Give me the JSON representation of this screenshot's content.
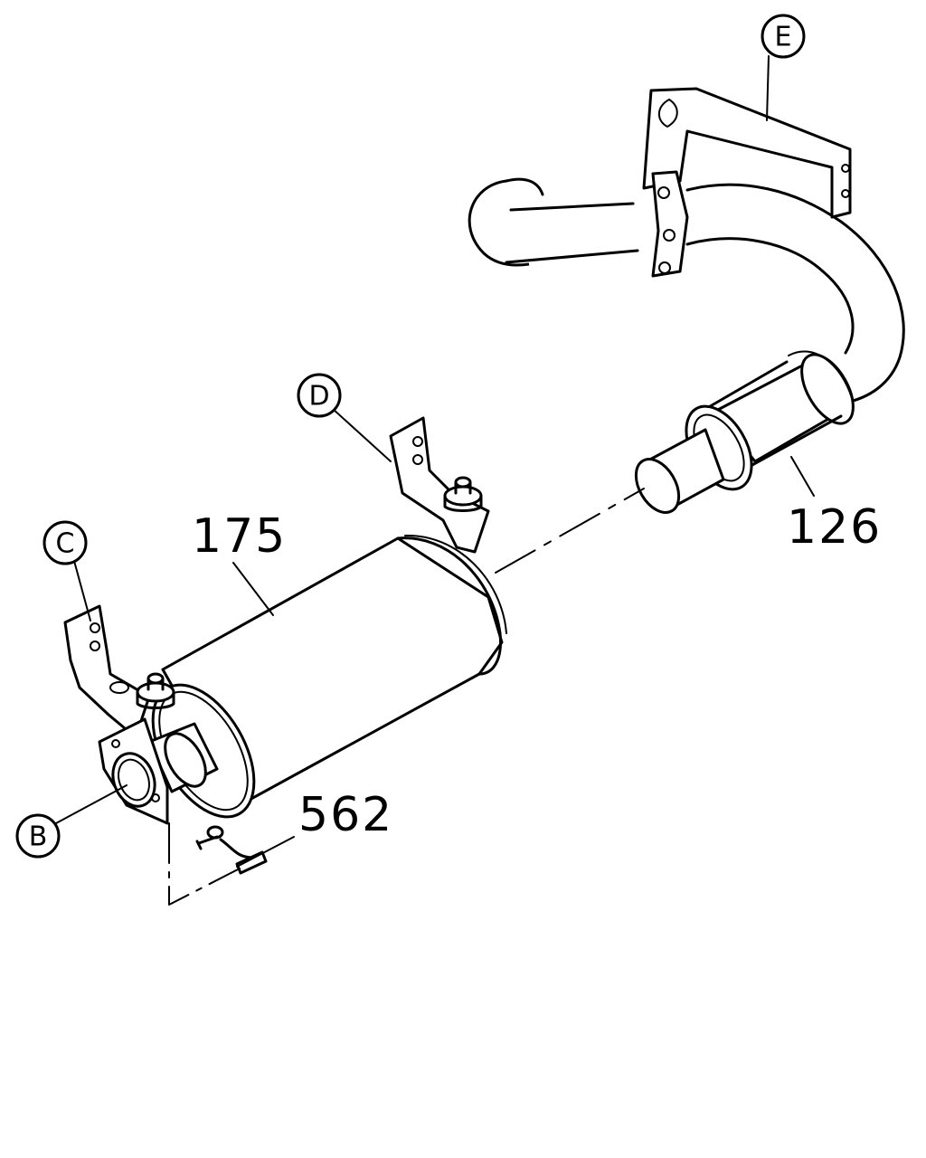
{
  "diagram": {
    "part_numbers": {
      "muffler": "175",
      "tail_pipe": "126",
      "sensor_harness": "562"
    },
    "callouts": {
      "b": "B",
      "c": "C",
      "d": "D",
      "e": "E"
    },
    "colors": {
      "line": "#000000",
      "background": "#ffffff"
    }
  }
}
